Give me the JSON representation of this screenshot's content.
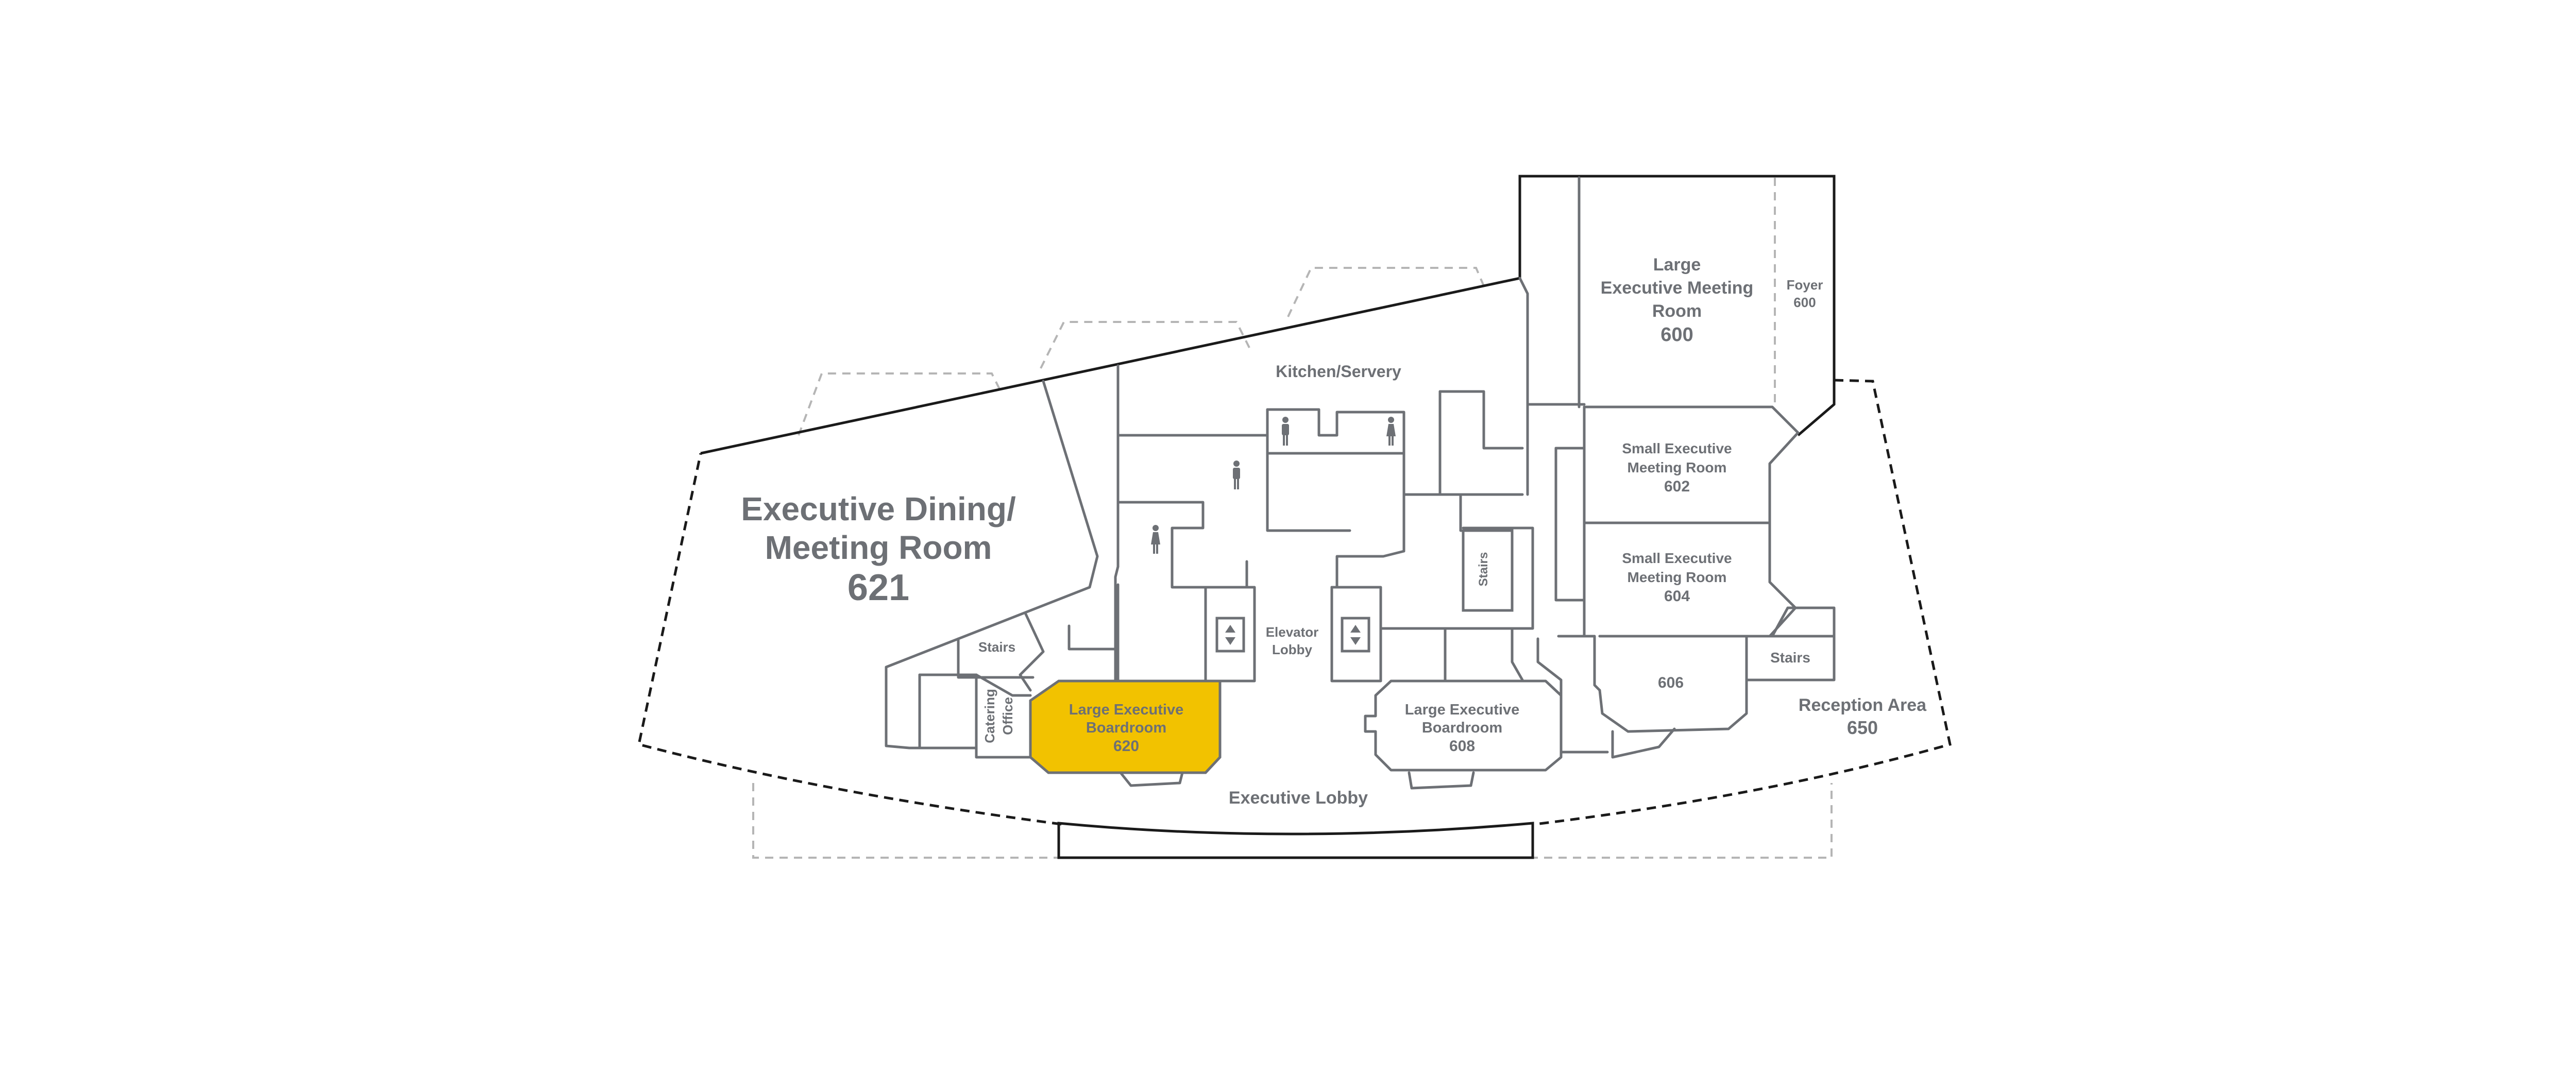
{
  "colors": {
    "highlight": "#f2c200",
    "wall": "#6d7075",
    "outline": "#1a1a1a",
    "ghost": "#b5b5b5",
    "text": "#6d7075"
  },
  "rooms": {
    "r621": {
      "line1": "Executive Dining/",
      "line2": "Meeting Room",
      "number": "621"
    },
    "r600": {
      "line1": "Large",
      "line2": "Executive Meeting",
      "line3": "Room",
      "number": "600"
    },
    "foyer600": {
      "line1": "Foyer",
      "number": "600"
    },
    "r602": {
      "line1": "Small Executive",
      "line2": "Meeting Room",
      "number": "602"
    },
    "r604": {
      "line1": "Small Executive",
      "line2": "Meeting Room",
      "number": "604"
    },
    "r606": {
      "number": "606"
    },
    "r608": {
      "line1": "Large Executive",
      "line2": "Boardroom",
      "number": "608"
    },
    "r620": {
      "line1": "Large Executive",
      "line2": "Boardroom",
      "number": "620",
      "selected": true
    },
    "r650": {
      "line1": "Reception Area",
      "number": "650"
    }
  },
  "areas": {
    "kitchen": "Kitchen/Servery",
    "elevator_lobby_line1": "Elevator",
    "elevator_lobby_line2": "Lobby",
    "executive_lobby": "Executive Lobby",
    "catering_line1": "Catering",
    "catering_line2": "Office",
    "stairs_left": "Stairs",
    "stairs_center": "Stairs",
    "stairs_right": "Stairs"
  },
  "icons": [
    "restroom-icon",
    "elevator-icon"
  ]
}
